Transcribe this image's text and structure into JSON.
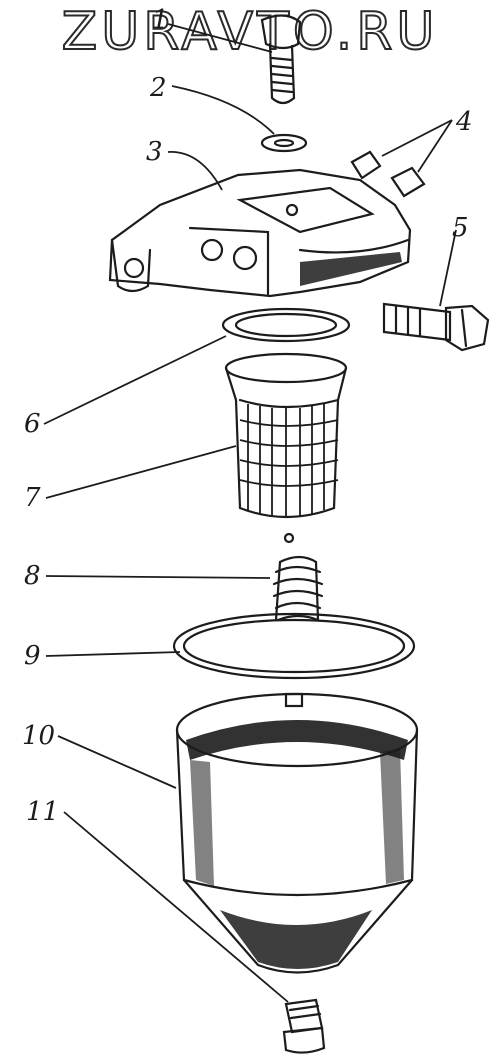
{
  "watermark": {
    "text": "ZURAVTO.RU"
  },
  "diagram": {
    "callouts": [
      {
        "id": "1",
        "text": "1"
      },
      {
        "id": "2",
        "text": "2"
      },
      {
        "id": "3",
        "text": "3"
      },
      {
        "id": "4",
        "text": "4"
      },
      {
        "id": "5",
        "text": "5"
      },
      {
        "id": "6",
        "text": "6"
      },
      {
        "id": "7",
        "text": "7"
      },
      {
        "id": "8",
        "text": "8"
      },
      {
        "id": "9",
        "text": "9"
      },
      {
        "id": "10",
        "text": "10"
      },
      {
        "id": "11",
        "text": "11"
      }
    ]
  },
  "colors": {
    "ink": "#1c1c1c",
    "background": "#ffffff"
  }
}
